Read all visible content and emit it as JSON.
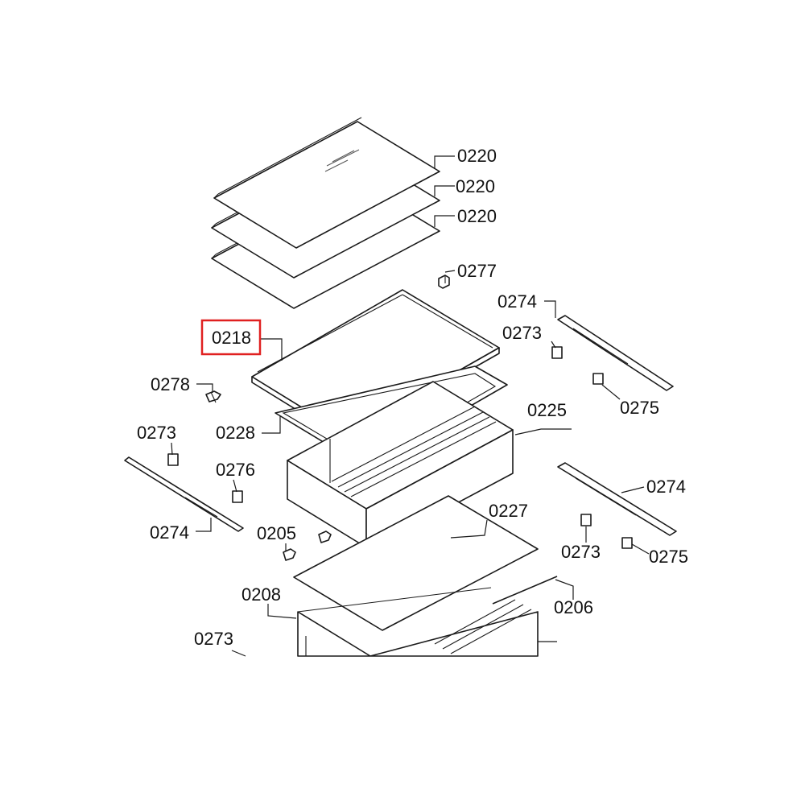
{
  "highlight_color": "#e02020",
  "labels": {
    "l0220a": "0220",
    "l0220b": "0220",
    "l0220c": "0220",
    "l0277": "0277",
    "l0274a": "0274",
    "l0273a": "0273",
    "l0218": "0218",
    "l0278": "0278",
    "l0228": "0228",
    "l0275a": "0275",
    "l0225": "0225",
    "l0273b": "0273",
    "l0276": "0276",
    "l0274b": "0274",
    "l0227": "0227",
    "l0274c": "0274",
    "l0205": "0205",
    "l0273c": "0273",
    "l0275b": "0275",
    "l0208": "0208",
    "l0206": "0206",
    "l0273d": "0273"
  }
}
